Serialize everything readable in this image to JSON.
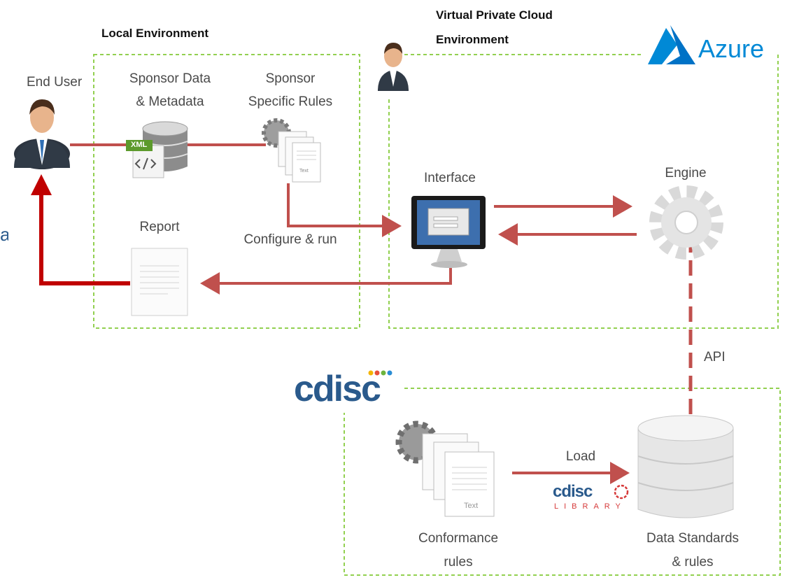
{
  "local": {
    "title": "Local Environment"
  },
  "cloud": {
    "title_line1": "Virtual Private Cloud",
    "title_line2": "Environment",
    "provider": "Azure"
  },
  "nodes": {
    "end_user": "End User",
    "sponsor_data_1": "Sponsor Data",
    "sponsor_data_2": "& Metadata",
    "xml_tag": "XML",
    "sponsor_rules_1": "Sponsor",
    "sponsor_rules_2": "Specific Rules",
    "text_tag": "Text",
    "interface": "Interface",
    "engine": "Engine",
    "report": "Report",
    "configure": "Configure & run",
    "api": "API",
    "load": "Load",
    "conformance_1": "Conformance",
    "conformance_2": "rules",
    "standards_1": "Data Standards",
    "standards_2": "& rules",
    "partial_left": "a"
  },
  "brand": {
    "cdisc": "cdisc",
    "library": "LIBRARY"
  },
  "colors": {
    "arrow": "#c0504d",
    "border": "#92d050",
    "azure": "#0089d6",
    "cdisc": "#2a5a8c"
  }
}
